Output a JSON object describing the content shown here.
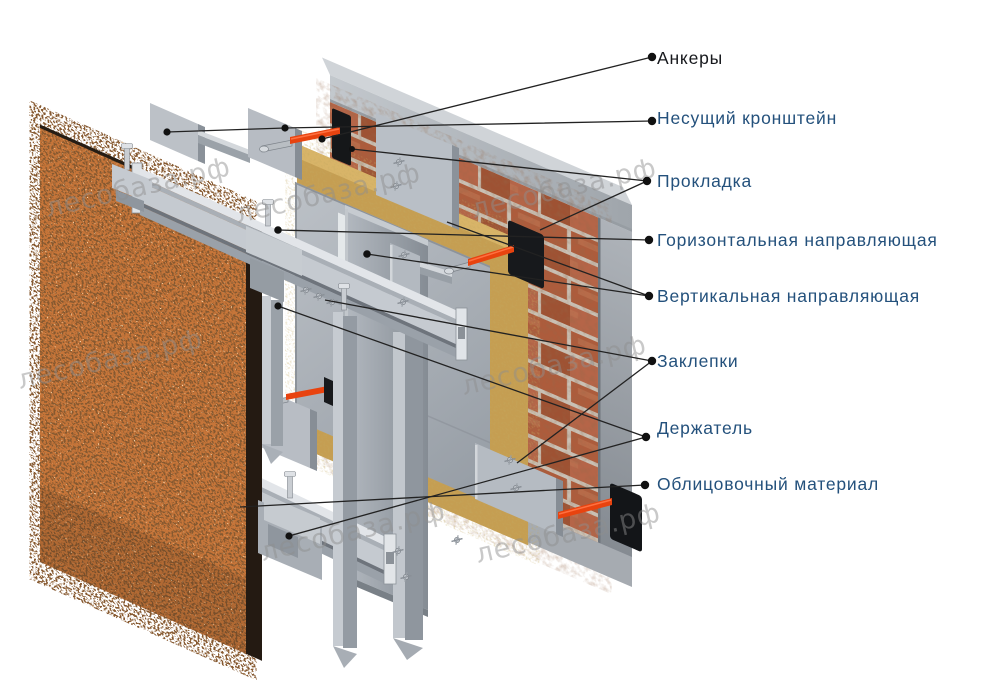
{
  "watermark": {
    "text": "лесобаза.рф"
  },
  "labels": [
    {
      "id": "ankery",
      "text": "Анкеры",
      "color": "#17191d"
    },
    {
      "id": "kronshtein",
      "text": "Несущий кронштейн",
      "color": "#24517c"
    },
    {
      "id": "prokladka",
      "text": "Прокладка",
      "color": "#24517c"
    },
    {
      "id": "gorizontalnaya",
      "text": "Горизонтальная направляющая",
      "color": "#24517c"
    },
    {
      "id": "vertikalnaya",
      "text": "Вертикальная направляющая",
      "color": "#24517c"
    },
    {
      "id": "zaklepki",
      "text": "Заклепки",
      "color": "#24517c"
    },
    {
      "id": "derzhatel",
      "text": "Держатель",
      "color": "#24517c"
    },
    {
      "id": "oblitsovochny",
      "text": "Облицовочный материал",
      "color": "#24517c"
    }
  ],
  "colors": {
    "background": "#ffffff",
    "label_blue": "#24517c",
    "label_dark": "#17191d",
    "callout_line": "#222222",
    "anchor_red": "#e8430f",
    "brick": "#b4613f",
    "mortar": "#c9c0b4",
    "concrete": "#b5bac0",
    "insulation": "#c59e52",
    "membrane": "#a4aab1",
    "metal": "#b5bac1",
    "gasket_black": "#151719",
    "panel_orange": "#c67539",
    "panel_edge": "#241a12",
    "watermark_gray": "#8e8e8e"
  }
}
